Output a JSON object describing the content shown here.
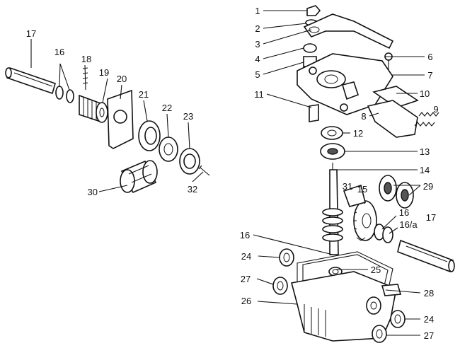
{
  "callouts": {
    "c1": "1",
    "c2": "2",
    "c3": "3",
    "c4": "4",
    "c5": "5",
    "c6": "6",
    "c7": "7",
    "c8": "8",
    "c9": "9",
    "c10": "10",
    "c11": "11",
    "c12": "12",
    "c13": "13",
    "c14": "14",
    "c15": "15",
    "c16a": "16",
    "c16b": "16",
    "c16c": "16/a",
    "c16d": "16",
    "c17a": "17",
    "c17b": "17",
    "c18": "18",
    "c19": "19",
    "c20": "20",
    "c21": "21",
    "c22": "22",
    "c23": "23",
    "c24a": "24",
    "c24b": "24",
    "c25": "25",
    "c26": "26",
    "c27a": "27",
    "c27b": "27",
    "c28": "28",
    "c29": "29",
    "c30": "30",
    "c31": "31",
    "c32": "32"
  }
}
